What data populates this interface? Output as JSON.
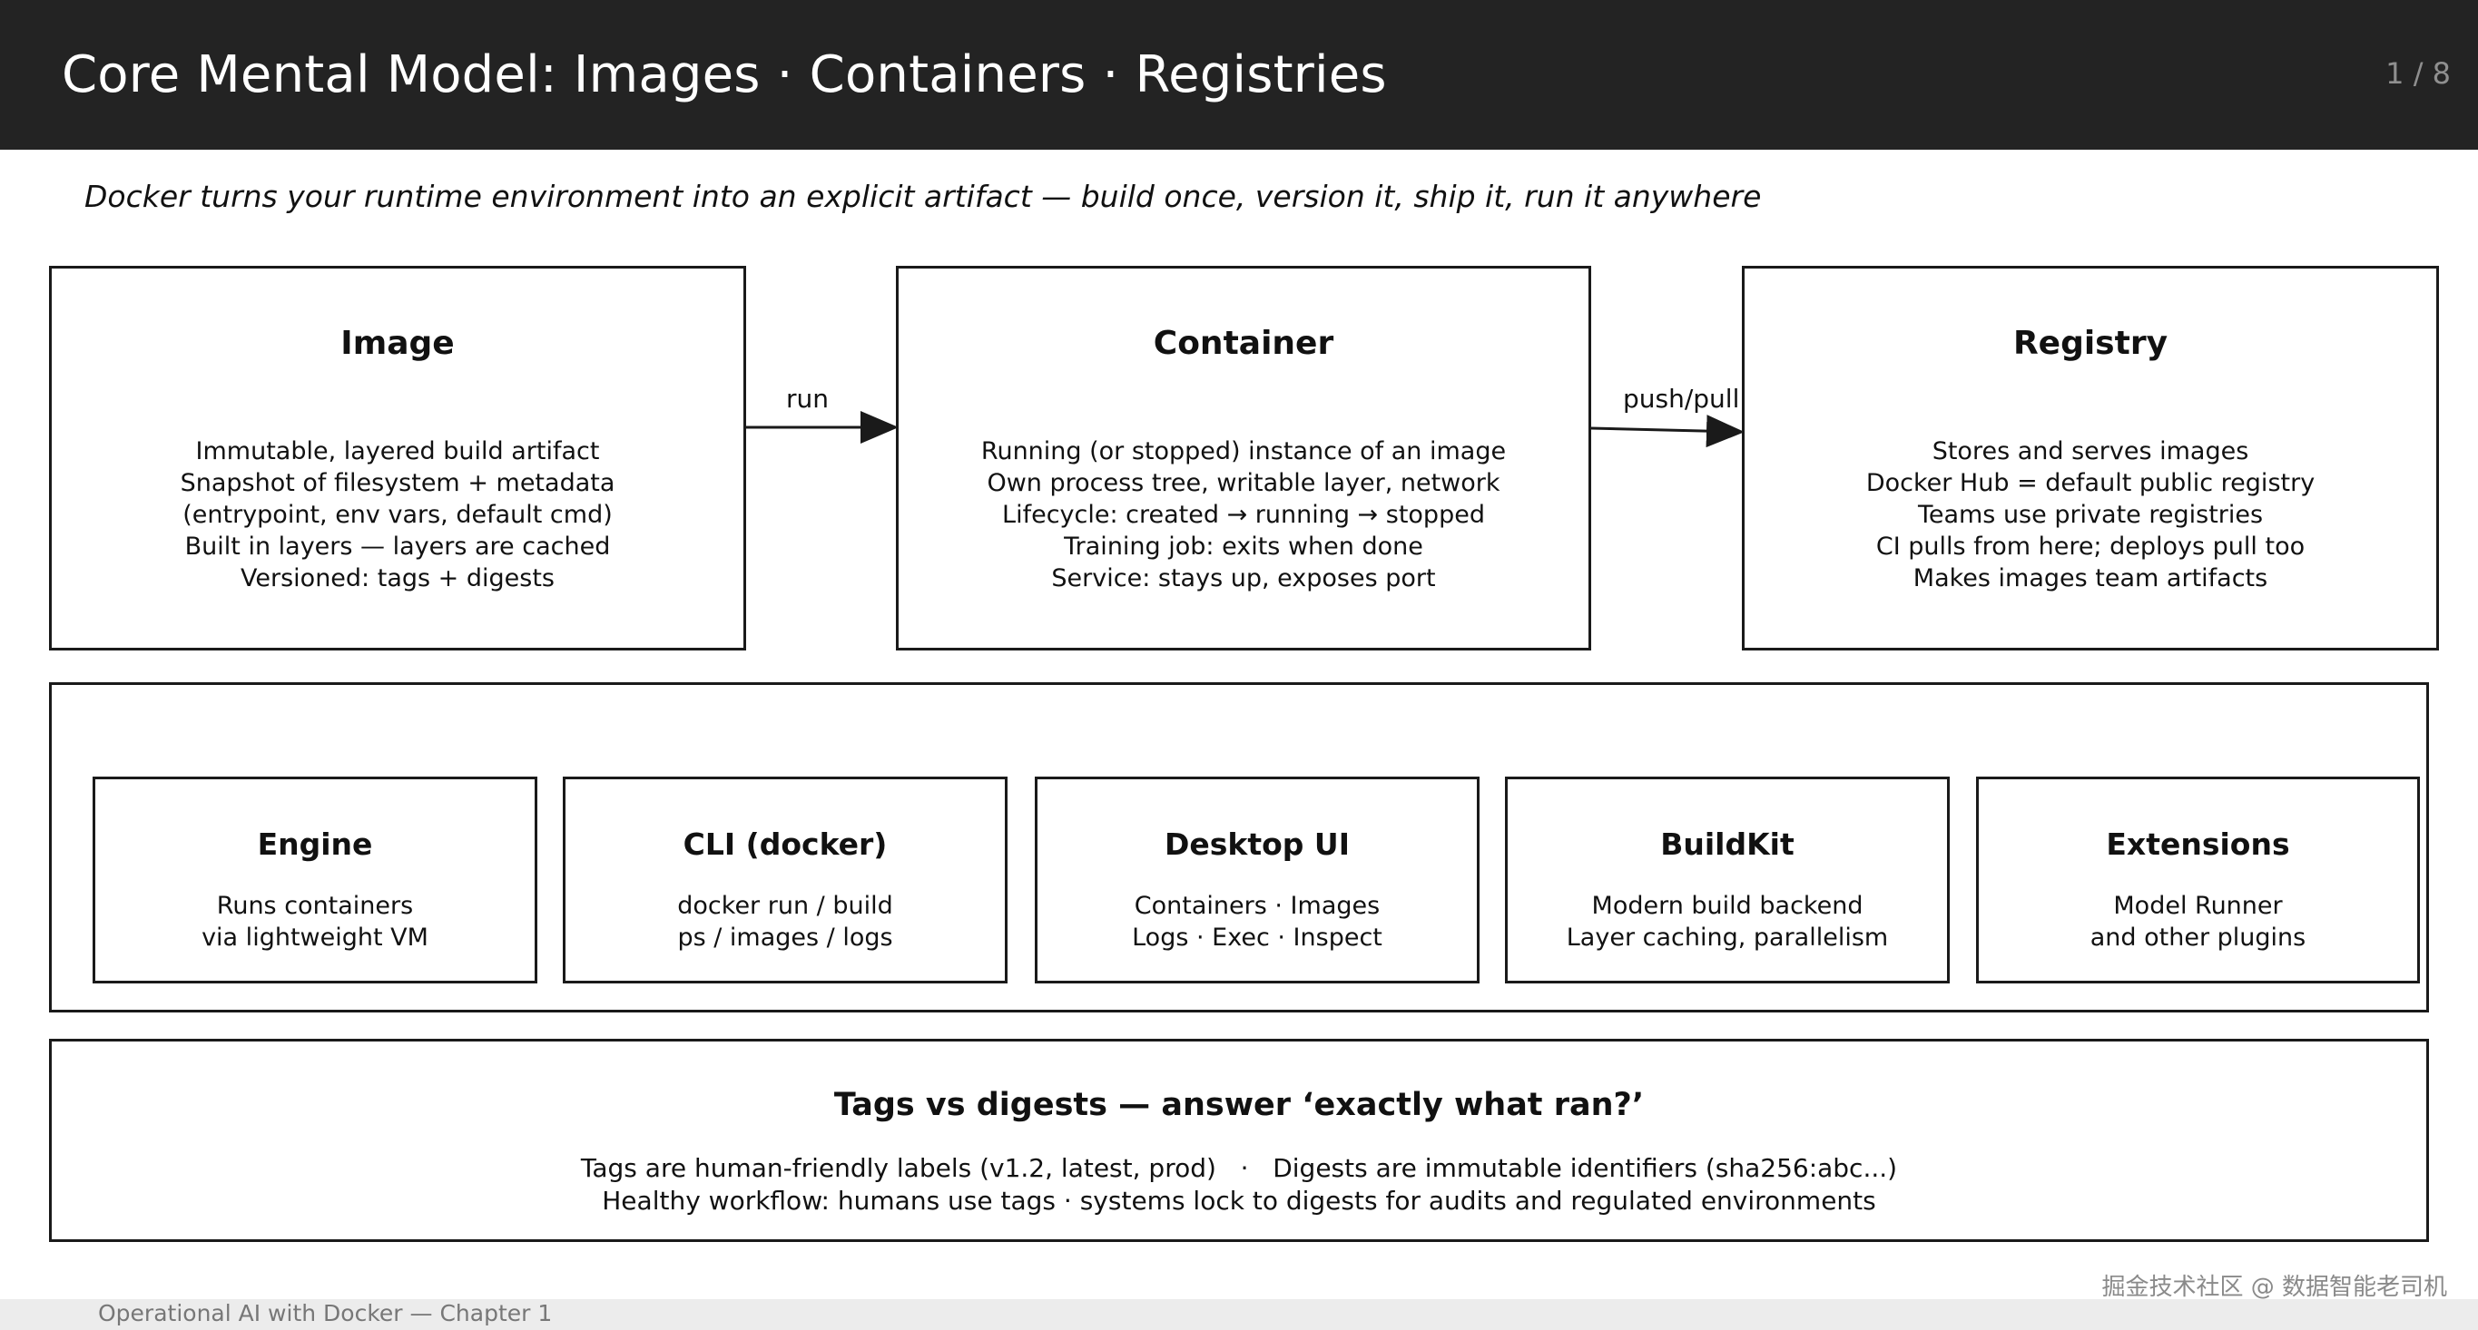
{
  "header": {
    "title": "Core Mental Model: Images · Containers · Registries",
    "page_indicator": "1 / 8"
  },
  "subtitle": "Docker turns your runtime environment into an explicit artifact — build once, version it, ship it, run it anywhere",
  "concepts": [
    {
      "title": "Image",
      "lines": [
        "Immutable, layered build artifact",
        "Snapshot of filesystem + metadata",
        "(entrypoint, env vars, default cmd)",
        "Built in layers — layers are cached",
        "Versioned: tags + digests"
      ]
    },
    {
      "title": "Container",
      "lines": [
        "Running (or stopped) instance of an image",
        "Own process tree, writable layer, network",
        "Lifecycle: created → running → stopped",
        "Training job: exits when done",
        "Service: stays up, exposes port"
      ]
    },
    {
      "title": "Registry",
      "lines": [
        "Stores and serves images",
        "Docker Hub = default public registry",
        "Teams use private registries",
        "CI pulls from here; deploys pull too",
        "Makes images team artifacts"
      ]
    }
  ],
  "edges": [
    {
      "label": "run"
    },
    {
      "label": "push/pull"
    }
  ],
  "tools": [
    {
      "title": "Engine",
      "lines": [
        "Runs containers",
        "via lightweight VM"
      ]
    },
    {
      "title": "CLI (docker)",
      "lines": [
        "docker run / build",
        "ps / images / logs"
      ]
    },
    {
      "title": "Desktop UI",
      "lines": [
        "Containers · Images",
        "Logs · Exec · Inspect"
      ]
    },
    {
      "title": "BuildKit",
      "lines": [
        "Modern build backend",
        "Layer caching, parallelism"
      ]
    },
    {
      "title": "Extensions",
      "lines": [
        "Model Runner",
        "and other plugins"
      ]
    }
  ],
  "tags_panel": {
    "title": "Tags vs digests — answer ‘exactly what ran?’",
    "lines": [
      "Tags are human-friendly labels (v1.2, latest, prod)   ·   Digests are immutable identifiers (sha256:abc...)",
      "Healthy workflow: humans use tags · systems lock to digests for audits and regulated environments"
    ]
  },
  "footer": "Operational AI with Docker — Chapter 1",
  "watermark": "掘金技术社区 @ 数据智能老司机"
}
